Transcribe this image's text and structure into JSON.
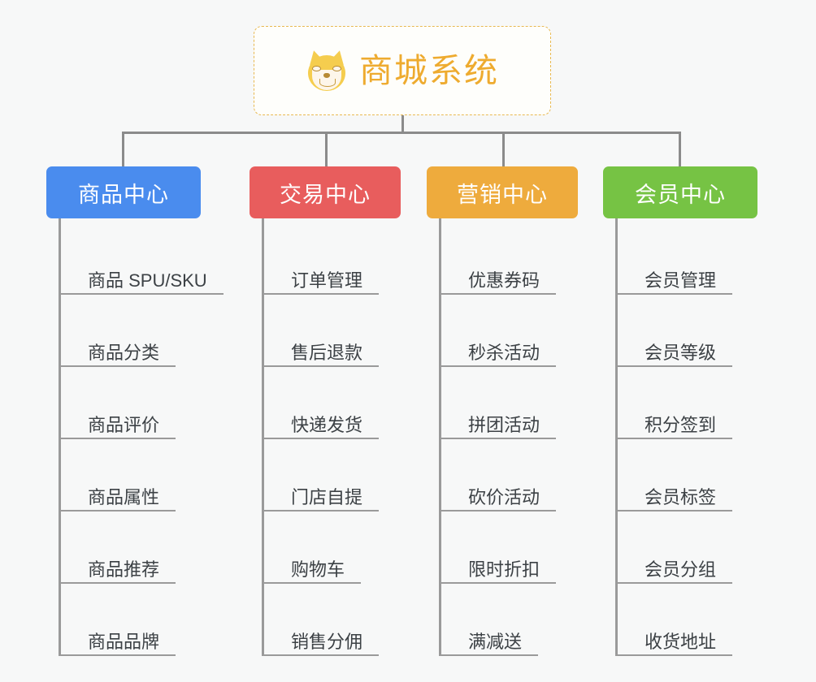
{
  "root": {
    "title": "商城系统",
    "icon": "shiba-dog-icon",
    "text_color": "#eeab2f",
    "border_color": "#e8b951"
  },
  "connector_color": "#8b8b8b",
  "background": "#f7f8f8",
  "branches": [
    {
      "label": "商品中心",
      "color": "#4a8cee",
      "items": [
        "商品 SPU/SKU",
        "商品分类",
        "商品评价",
        "商品属性",
        "商品推荐",
        "商品品牌"
      ]
    },
    {
      "label": "交易中心",
      "color": "#e85d5d",
      "items": [
        "订单管理",
        "售后退款",
        "快递发货",
        "门店自提",
        "购物车",
        "销售分佣"
      ]
    },
    {
      "label": "营销中心",
      "color": "#eeab3d",
      "items": [
        "优惠券码",
        "秒杀活动",
        "拼团活动",
        "砍价活动",
        "限时折扣",
        "满减送"
      ]
    },
    {
      "label": "会员中心",
      "color": "#76c344",
      "items": [
        "会员管理",
        "会员等级",
        "积分签到",
        "会员标签",
        "会员分组",
        "收货地址"
      ]
    }
  ]
}
